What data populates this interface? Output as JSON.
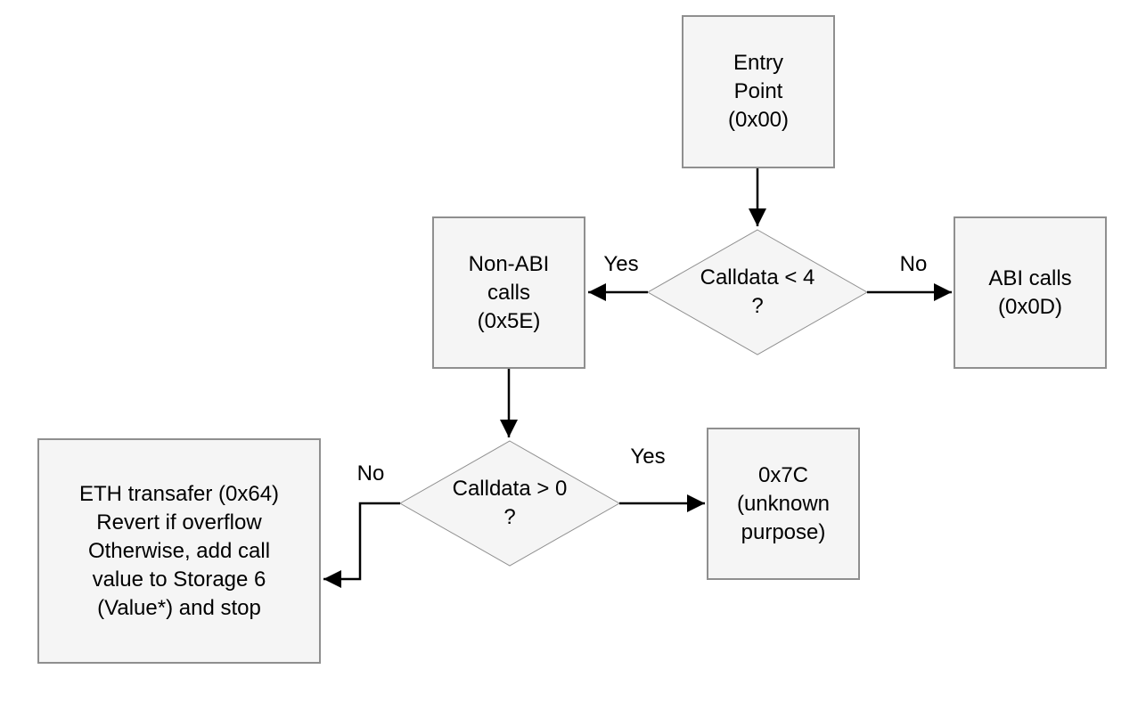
{
  "diagram": {
    "title": "EVM bytecode control-flow chart",
    "colors": {
      "background": "#ffffff",
      "node_fill": "#f5f5f5",
      "node_border": "#8f8f8f",
      "arrow": "#000000",
      "text": "#000000"
    },
    "nodes": {
      "entry_point": {
        "label": "Entry\nPoint\n(0x00)"
      },
      "decision_calldata_lt_4": {
        "label": "Calldata < 4\n?"
      },
      "non_abi_calls": {
        "label": "Non-ABI\ncalls\n(0x5E)"
      },
      "abi_calls": {
        "label": "ABI calls\n(0x0D)"
      },
      "decision_calldata_gt_0": {
        "label": "Calldata > 0\n?"
      },
      "unknown_purpose": {
        "label": "0x7C\n(unknown\npurpose)"
      },
      "eth_transfer": {
        "label": "ETH transafer (0x64)\nRevert if overflow\nOtherwise, add call\nvalue to Storage 6\n(Value*) and stop"
      }
    },
    "edge_labels": {
      "decision1_yes": "Yes",
      "decision1_no": "No",
      "decision2_yes": "Yes",
      "decision2_no": "No"
    }
  }
}
